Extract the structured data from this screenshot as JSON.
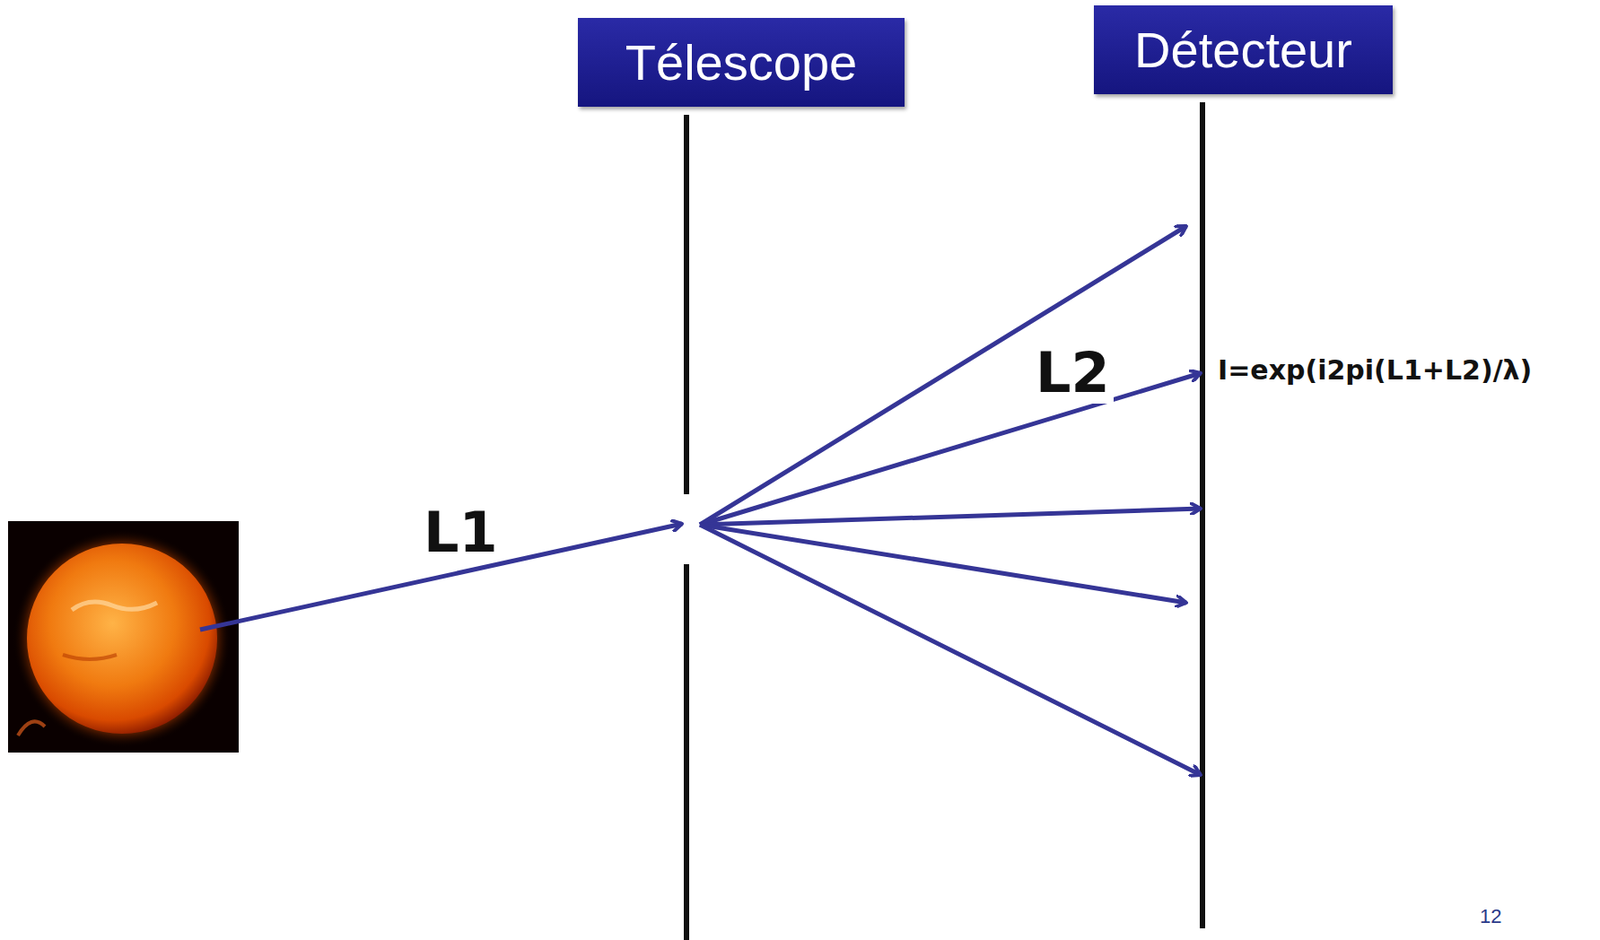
{
  "diagram": {
    "nodes": [
      {
        "text": [
          "Télescope"
        ]
      },
      {
        "text": [
          "Détecteur"
        ]
      }
    ],
    "labels": [
      "L1",
      "L2",
      "I=exp(i2pi(L1+L2)/λ)",
      "12"
    ]
  }
}
